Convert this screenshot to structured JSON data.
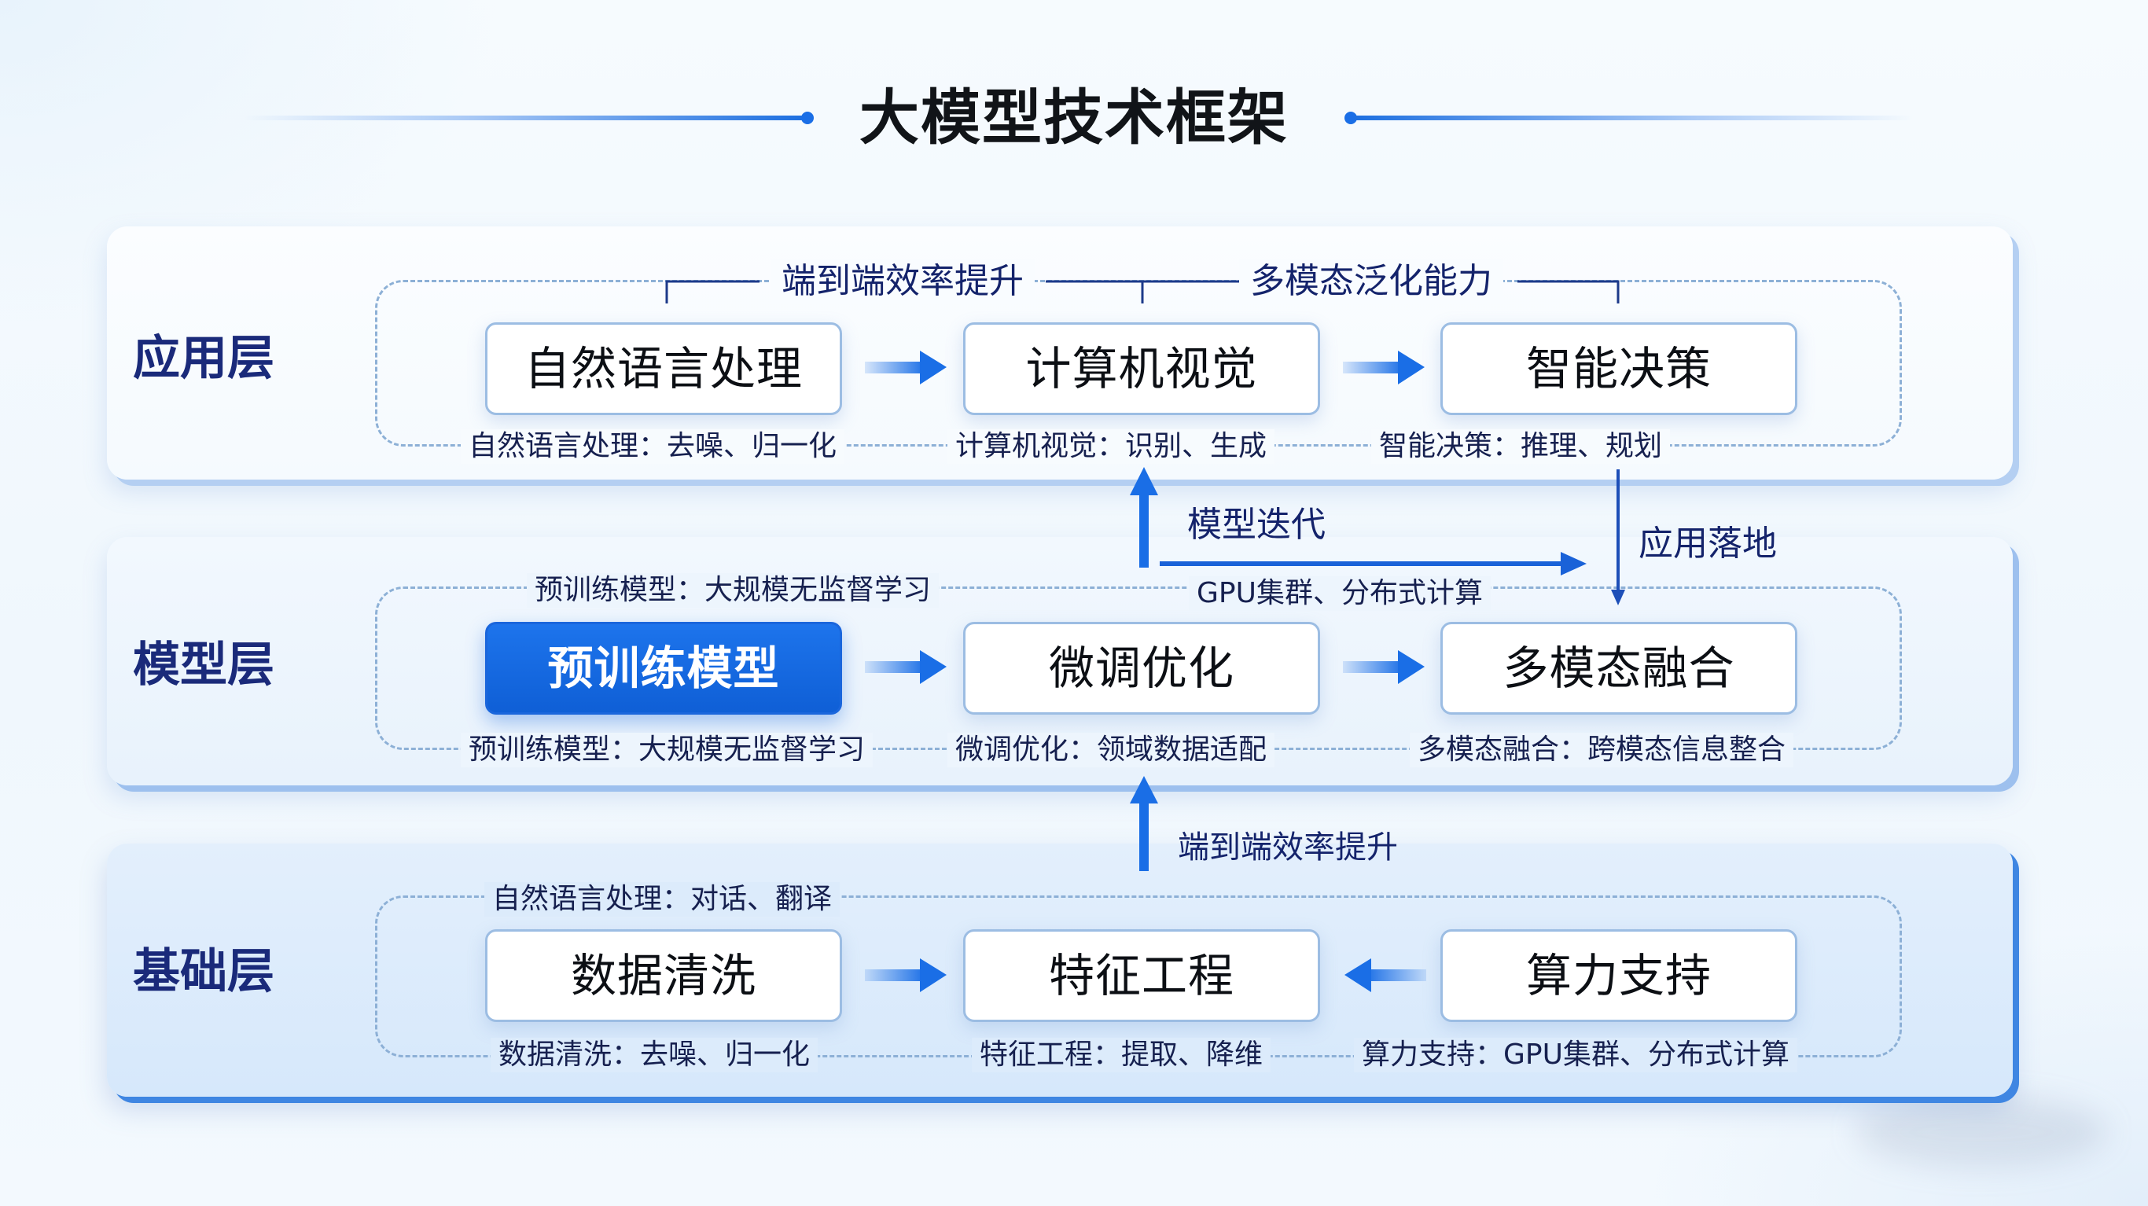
{
  "title": "大模型技术框架",
  "colors": {
    "accent": "#1a6ee6",
    "label_text": "#1a2a7a",
    "caption_text": "#16204f",
    "node_border": "#9cbde3",
    "dash": "#8db0d6"
  },
  "layers": [
    {
      "id": "app",
      "label": "应用层",
      "nodes": [
        "自然语言处理",
        "计算机视觉",
        "智能决策"
      ],
      "captions_bottom": [
        "自然语言处理：去噪、归一化",
        "计算机视觉：识别、生成",
        "智能决策：推理、规划"
      ],
      "captions_top": [],
      "arrows": [
        "right-arrow",
        "right-arrow"
      ]
    },
    {
      "id": "model",
      "label": "模型层",
      "nodes": [
        "预训练模型",
        "微调优化",
        "多模态融合"
      ],
      "highlighted_node": "预训练模型",
      "captions_top": [
        "预训练模型：大规模无监督学习",
        "GPU集群、分布式计算"
      ],
      "captions_bottom": [
        "预训练模型：大规模无监督学习",
        "微调优化：领域数据适配",
        "多模态融合：跨模态信息整合"
      ],
      "arrows": [
        "right-arrow",
        "right-arrow"
      ]
    },
    {
      "id": "base",
      "label": "基础层",
      "nodes": [
        "数据清洗",
        "特征工程",
        "算力支持"
      ],
      "captions_top": [
        "自然语言处理：对话、翻译"
      ],
      "captions_bottom": [
        "数据清洗：去噪、归一化",
        "特征工程：提取、降维",
        "算力支持：GPU集群、分布式计算"
      ],
      "arrows": [
        "right-arrow",
        "left-arrow"
      ]
    }
  ],
  "brackets": {
    "left_label": "端到端效率提升",
    "right_label": "多模态泛化能力"
  },
  "connectors": {
    "model_iteration": "模型迭代",
    "application_landing": "应用落地",
    "efficiency_up": "端到端效率提升"
  }
}
